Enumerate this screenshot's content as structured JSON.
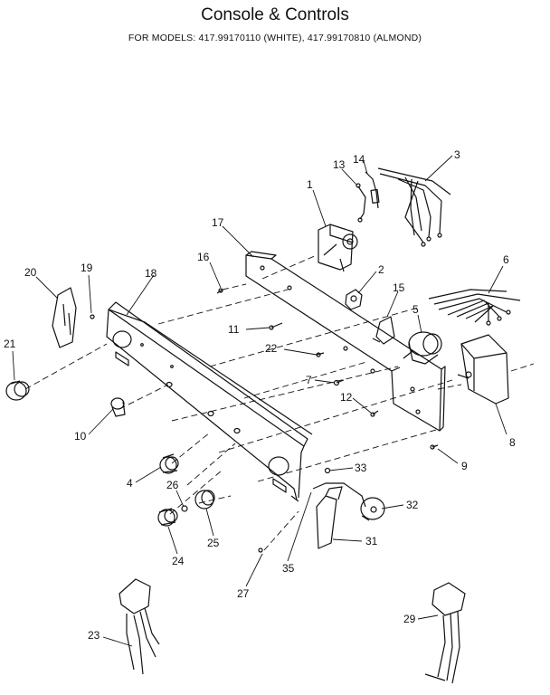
{
  "title": "Console & Controls",
  "subtitle": "FOR MODELS:  417.99170110 (WHITE), 417.99170810 (ALMOND)",
  "part_numbers": [
    "1",
    "2",
    "3",
    "4",
    "5",
    "6",
    "7",
    "8",
    "9",
    "10",
    "11",
    "12",
    "13",
    "14",
    "15",
    "16",
    "17",
    "18",
    "19",
    "20",
    "21",
    "22",
    "23",
    "24",
    "25",
    "26",
    "27",
    "29",
    "31",
    "32",
    "33",
    "35"
  ]
}
